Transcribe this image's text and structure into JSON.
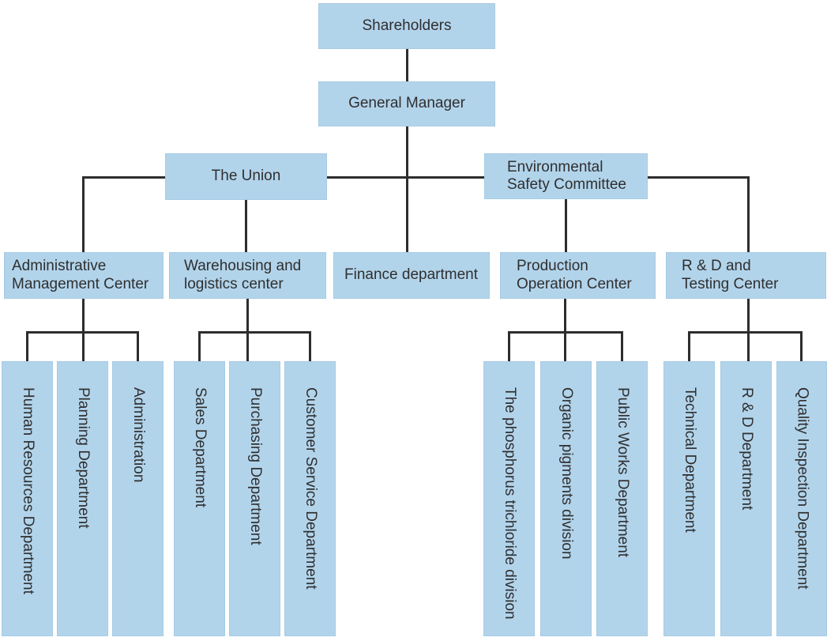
{
  "diagram_type": "organizational-chart",
  "colors": {
    "node_fill": "#b2d4eb",
    "node_border": "#a6cbe4",
    "connector": "#2d2d2d",
    "text": "#2f2f2f",
    "background": "#ffffff"
  },
  "nodes": {
    "shareholders": "Shareholders",
    "general_manager": "General Manager",
    "the_union": "The Union",
    "env_safety_committee": "Environmental\nSafety Committee",
    "admin_mgmt_center": "Administrative\nManagement Center",
    "warehousing_center": "Warehousing and\nlogistics center",
    "finance_dept": "Finance department",
    "production_center": "Production\nOperation Center",
    "rd_testing_center": "R & D and\nTesting Center",
    "hr_dept": "Human Resources Department",
    "planning_dept": "Planning Department",
    "administration": "Administration",
    "sales_dept": "Sales Department",
    "purchasing_dept": "Purchasing Department",
    "customer_service_dept": "Customer Service Department",
    "phosphorus_division": "The phosphorus trichloride division",
    "organic_pigments_division": "Organic pigments division",
    "public_works_dept": "Public Works Department",
    "technical_dept": "Technical Department",
    "rd_dept": "R & D Department",
    "quality_inspection_dept": "Quality Inspection Department"
  },
  "hierarchy": {
    "Shareholders": {
      "General Manager": {
        "The Union": {
          "Administrative Management Center": [
            "Human Resources Department",
            "Planning Department",
            "Administration"
          ],
          "Warehousing and logistics center": [
            "Sales Department",
            "Purchasing Department",
            "Customer Service Department"
          ]
        },
        "Finance department": [],
        "Environmental Safety Committee": {
          "Production Operation Center": [
            "The phosphorus trichloride division",
            "Organic pigments division",
            "Public Works Department"
          ],
          "R & D and Testing Center": [
            "Technical Department",
            "R & D Department",
            "Quality Inspection Department"
          ]
        }
      }
    }
  }
}
